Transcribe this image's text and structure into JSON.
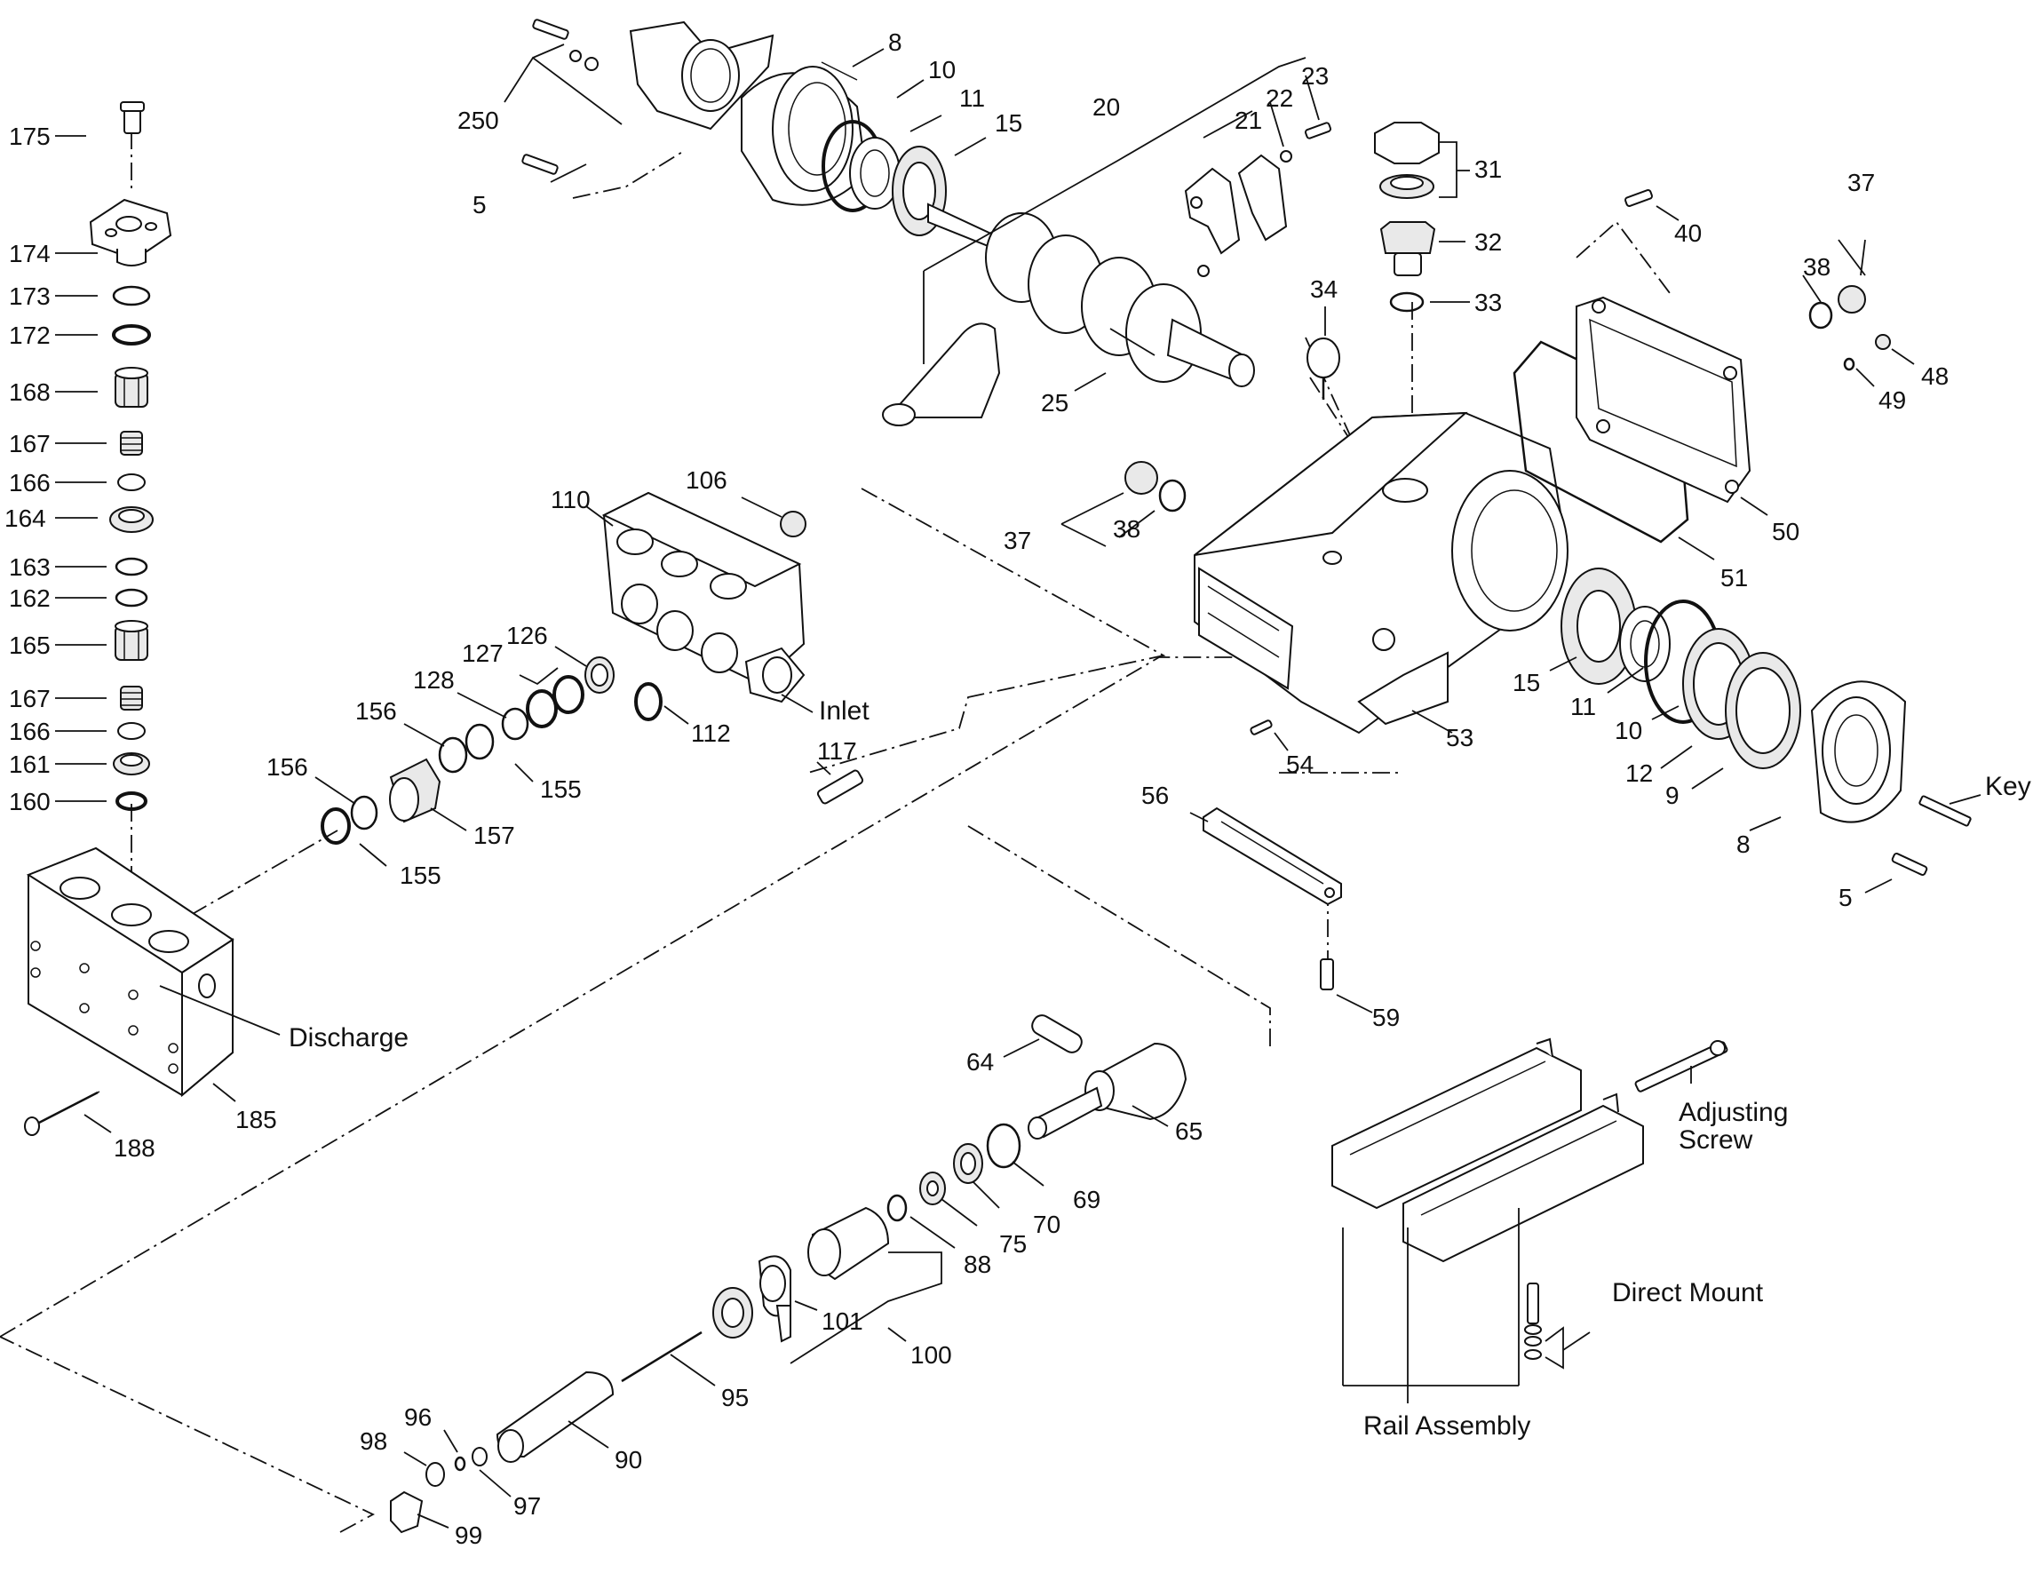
{
  "diagram": {
    "callouts": {
      "c175": "175",
      "c174": "174",
      "c173": "173",
      "c172": "172",
      "c168": "168",
      "c167a": "167",
      "c166a": "166",
      "c164": "164",
      "c163": "163",
      "c162": "162",
      "c165": "165",
      "c167b": "167",
      "c166b": "166",
      "c161": "161",
      "c160": "160",
      "c250": "250",
      "c5a": "5",
      "c8a": "8",
      "c10a": "10",
      "c11a": "11",
      "c15a": "15",
      "c20": "20",
      "c21": "21",
      "c22": "22",
      "c23": "23",
      "c25": "25",
      "c31": "31",
      "c32": "32",
      "c33": "33",
      "c34": "34",
      "c40": "40",
      "c37a": "37",
      "c38a": "38",
      "c48": "48",
      "c49": "49",
      "c50": "50",
      "c51": "51",
      "c37b": "37",
      "c38b": "38",
      "c110": "110",
      "c106": "106",
      "c127": "127",
      "c126": "126",
      "c128": "128",
      "c156a": "156",
      "c155a": "155",
      "c112": "112",
      "c117": "117",
      "c156b": "156",
      "c157": "157",
      "c155b": "155",
      "c15b": "15",
      "c11b": "11",
      "c10b": "10",
      "c12": "12",
      "c9": "9",
      "c8b": "8",
      "c5b": "5",
      "c53": "53",
      "c54": "54",
      "c56": "56",
      "c59": "59",
      "c185": "185",
      "c188": "188",
      "c64": "64",
      "c65": "65",
      "c69": "69",
      "c70": "70",
      "c75": "75",
      "c88": "88",
      "c101": "101",
      "c100": "100",
      "c95": "95",
      "c90": "90",
      "c96": "96",
      "c98": "98",
      "c97": "97",
      "c99": "99"
    },
    "labels": {
      "inlet": "Inlet",
      "discharge": "Discharge",
      "key": "Key",
      "adjusting_screw_1": "Adjusting",
      "adjusting_screw_2": "Screw",
      "direct_mount": "Direct Mount",
      "rail_assembly": "Rail Assembly"
    }
  }
}
